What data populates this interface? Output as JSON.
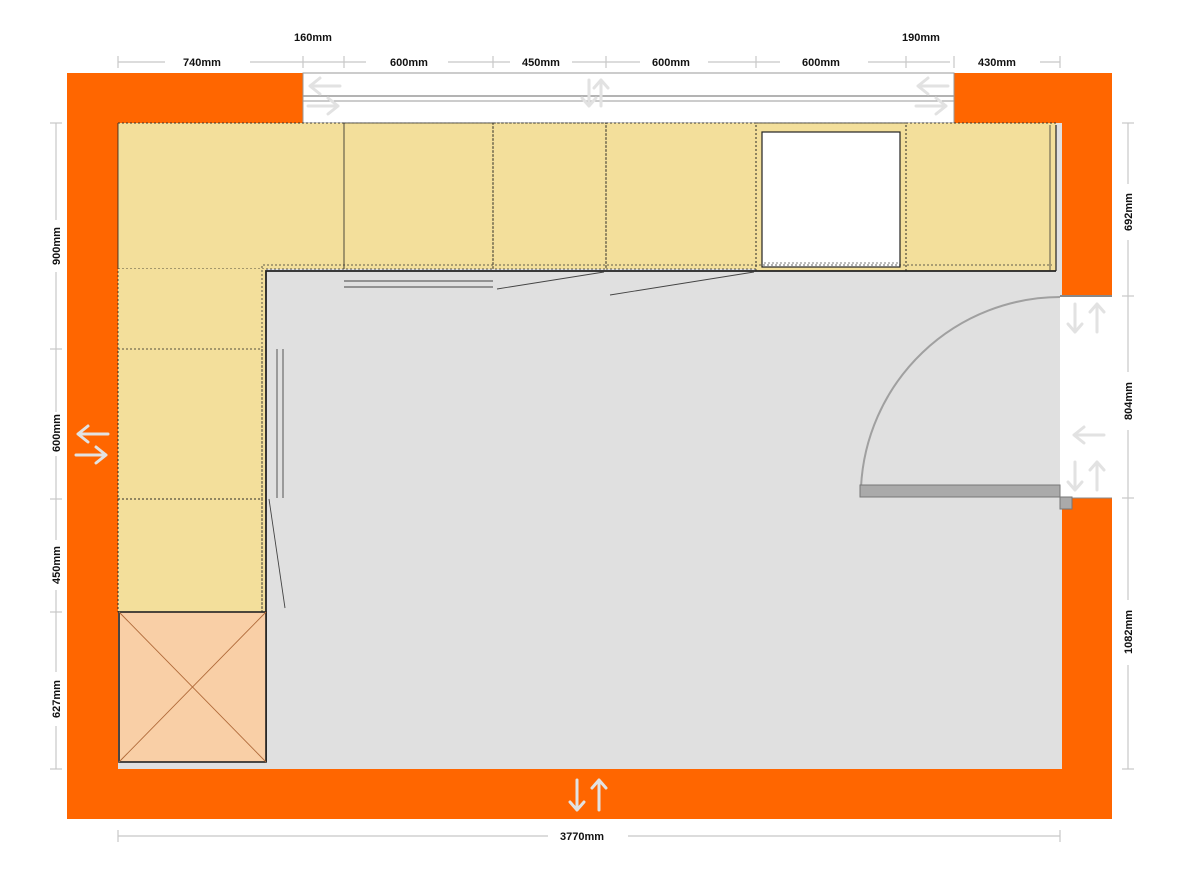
{
  "colors": {
    "wall": "#ff6600",
    "floor": "#e0e0e0",
    "cabinet": "#f3df9b",
    "corner_unit": "#f9cfa6",
    "door": "#aaaaaa",
    "window": "#ffffff"
  },
  "dimensions": {
    "top_upper": [
      "160mm",
      "190mm"
    ],
    "top_lower": [
      "740mm",
      "600mm",
      "450mm",
      "600mm",
      "600mm",
      "430mm"
    ],
    "left": [
      "900mm",
      "600mm",
      "450mm",
      "627mm"
    ],
    "right": [
      "692mm",
      "804mm",
      "1082mm"
    ],
    "bottom": "3770mm"
  },
  "icons": [
    "move-arrows-icon",
    "corner-unit-cross-icon",
    "door-swing-icon"
  ]
}
